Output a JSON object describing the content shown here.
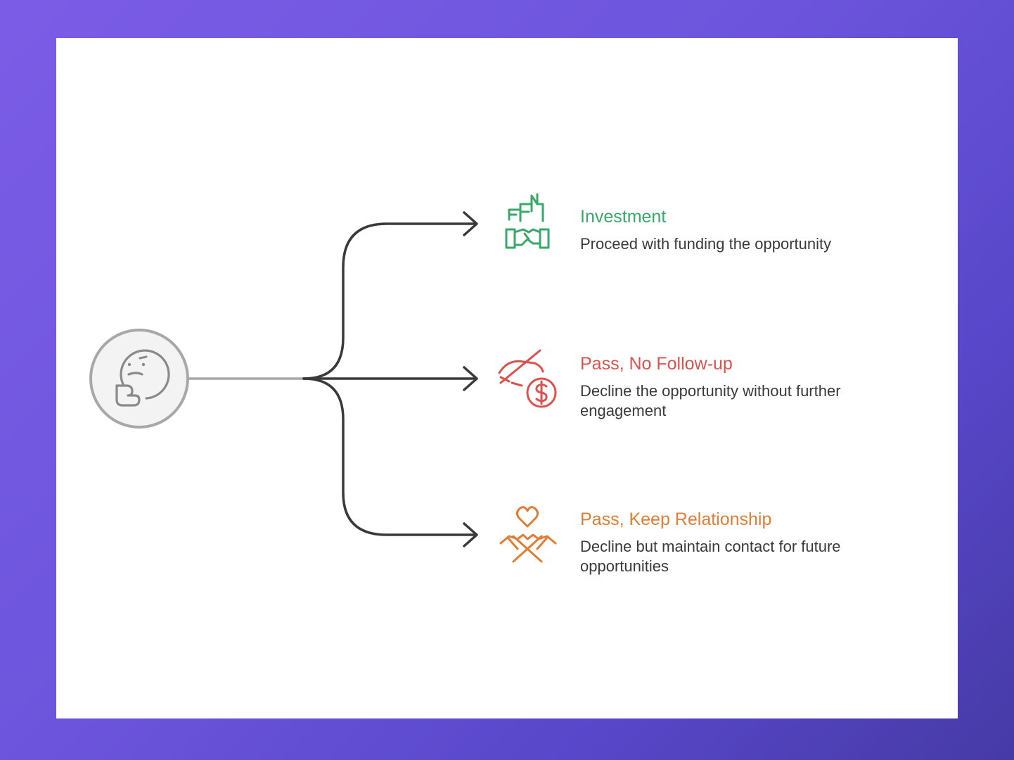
{
  "colors": {
    "background_start": "#7b5ce6",
    "background_end": "#463aa6",
    "card": "#ffffff",
    "connector": "#3a3a3a",
    "stem": "#a8a8a8",
    "investment": "#3aa86b",
    "no_follow_up": "#d9534f",
    "keep_relationship": "#e07e35"
  },
  "root": {
    "icon": "thinking-face-icon"
  },
  "options": [
    {
      "title": "Investment",
      "description": "Proceed with funding the opportunity",
      "icon": "handshake-city-icon",
      "color": "#3aa86b"
    },
    {
      "title": "Pass, No Follow-up",
      "description": "Decline the opportunity without further engagement",
      "icon": "no-money-icon",
      "color": "#d9534f"
    },
    {
      "title": "Pass, Keep Relationship",
      "description": "Decline but maintain contact for future opportunities",
      "icon": "heart-hands-icon",
      "color": "#e07e35"
    }
  ]
}
